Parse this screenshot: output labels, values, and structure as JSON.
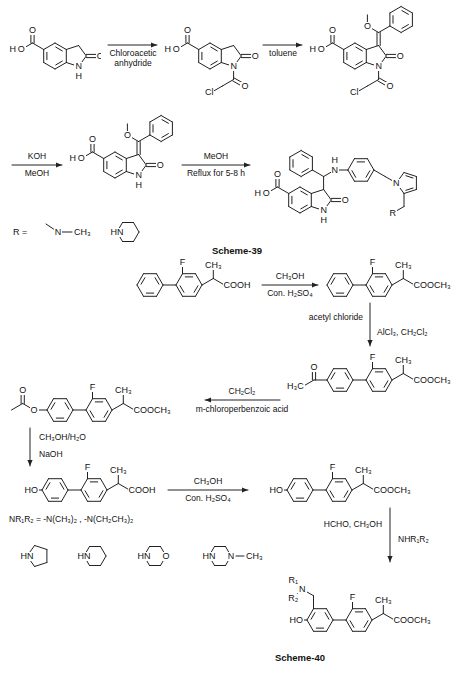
{
  "diagram": {
    "labels": [
      "O",
      "H",
      "O",
      "N",
      "H",
      "O",
      "Chloroacetic anhydride",
      "O",
      "H",
      "O",
      "N",
      "O",
      "Cl",
      "O",
      "toluene",
      "O",
      "H",
      "O",
      "N",
      "O",
      "Cl",
      "O",
      "O",
      "KOH",
      "MeOH",
      "O",
      "H",
      "O",
      "N",
      "H",
      "O",
      "O",
      "MeOH",
      "Reflux for 5-8 h",
      "O",
      "H",
      "O",
      "N",
      "H",
      "O",
      "H",
      "N",
      "N",
      "R",
      "R =",
      "N",
      "CH₃",
      "HN",
      "Scheme-39",
      "F",
      "CH₃",
      "COOH",
      "CH₃OH",
      "Con. H₂SO₄",
      "F",
      "CH₃",
      "COOCH₃",
      "acetyl chloride",
      "AlCl₃, CH₂Cl₂",
      "H₃C",
      "O",
      "F",
      "CH₃",
      "COOCH₃",
      "CH₂Cl₂",
      "m-chloroperbenzoic acid",
      "O",
      "O",
      "F",
      "CH₃",
      "COOCH₃",
      "CH₃OH/H₂O",
      "NaOH",
      "HO",
      "F",
      "CH₃",
      "COOH",
      "CH₃OH",
      "Con. H₂SO₄",
      "HO",
      "F",
      "CH₃",
      "COOCH₃",
      "HCHO, CH₃OH",
      "NHR₁R₂",
      "N",
      "R₁",
      "R₂",
      "HO",
      "F",
      "CH₃",
      "COOCH₃",
      "NR₁R₂ = -N(CH₃)₂ , -N(CH₂CH₃)₂",
      "HN",
      "HN",
      "HN",
      "O",
      "HN",
      "N",
      "CH₃",
      "Scheme-40"
    ]
  }
}
